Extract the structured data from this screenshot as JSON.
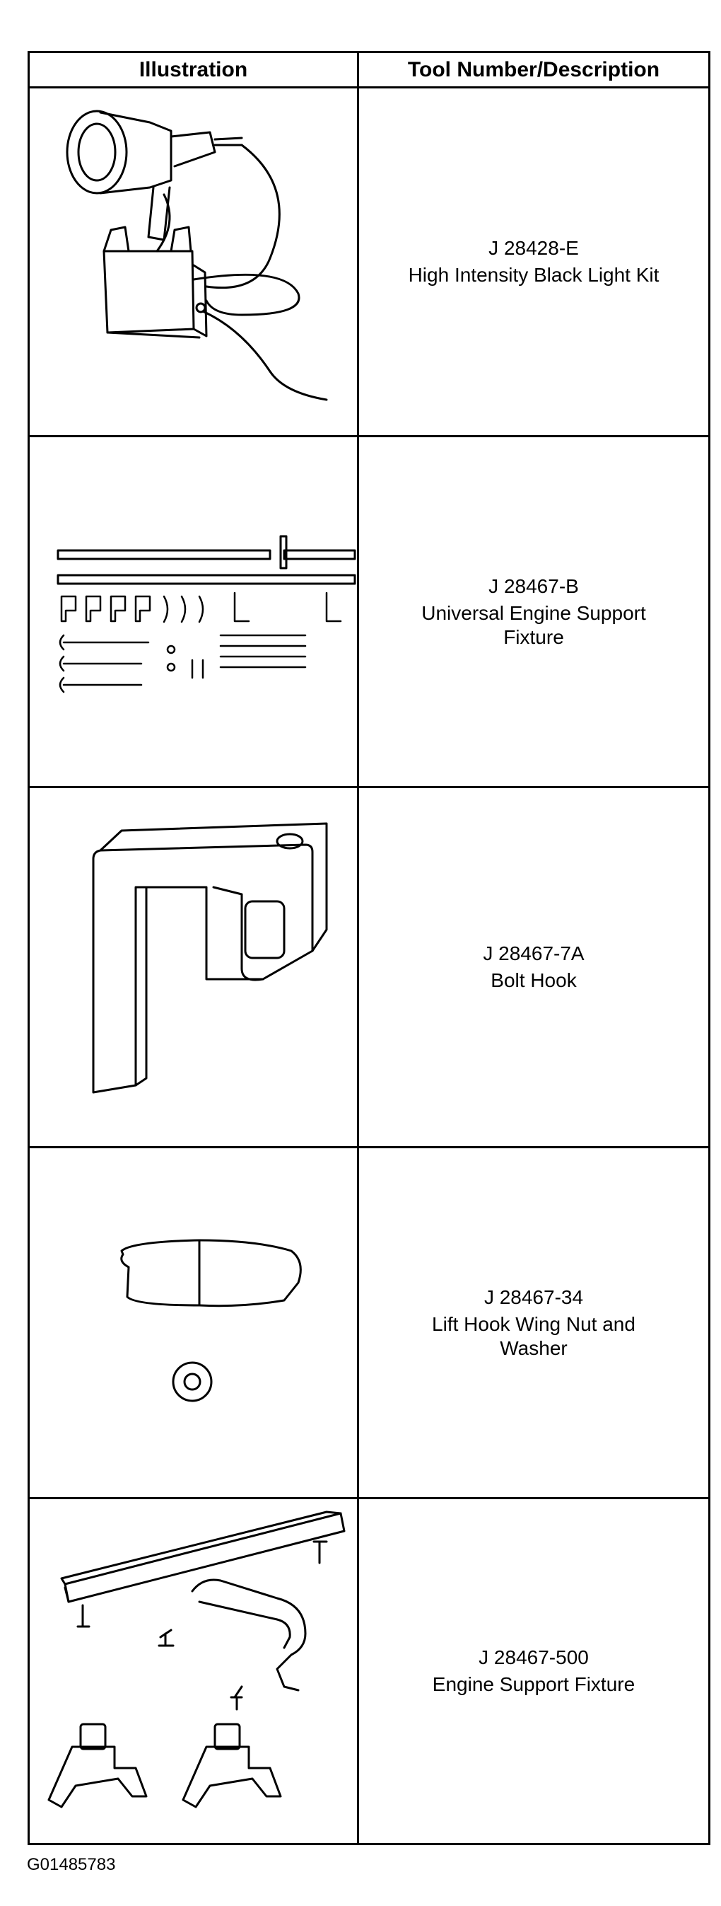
{
  "table": {
    "headers": {
      "illustration": "Illustration",
      "description": "Tool Number/Description"
    },
    "rows": [
      {
        "number": "J 28428-E",
        "description": "High Intensity Black Light Kit",
        "icon": "black-light-kit-icon"
      },
      {
        "number": "J 28467-B",
        "description": "Universal Engine Support Fixture",
        "icon": "engine-support-parts-icon"
      },
      {
        "number": "J 28467-7A",
        "description": "Bolt Hook",
        "icon": "bolt-hook-icon"
      },
      {
        "number": "J 28467-34",
        "description": "Lift Hook Wing Nut and Washer",
        "icon": "wing-nut-washer-icon"
      },
      {
        "number": "J 28467-500",
        "description": "Engine Support Fixture",
        "icon": "engine-support-fixture-icon"
      }
    ]
  },
  "footer": {
    "figure_id": "G01485783"
  }
}
